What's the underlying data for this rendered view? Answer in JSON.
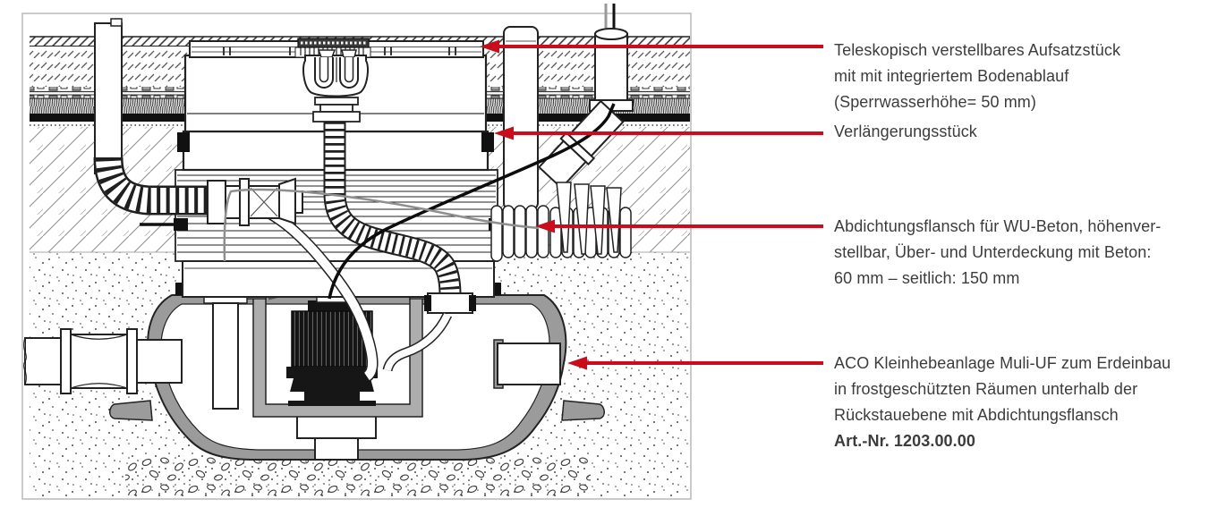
{
  "colors": {
    "accent_red": "#cc0c1a",
    "text": "#3c3c3c",
    "tank_gray": "#9b9b9b",
    "line_dark": "#1a1a1a",
    "frame_border": "#b9b9b9"
  },
  "annotations": [
    {
      "id": "aufsatzstueck",
      "lines": [
        "Teleskopisch verstellbares Aufsatzstück",
        "mit mit integriertem Bodenablauf",
        "(Sperrwasserhöhe= 50 mm)"
      ]
    },
    {
      "id": "verlaengerungsstueck",
      "lines": [
        "Verlängerungsstück"
      ]
    },
    {
      "id": "abdichtungsflansch",
      "lines": [
        "Abdichtungsflansch für WU-Beton, höhenver-",
        "stellbar, Über- und Unterdeckung mit Beton:",
        "60 mm – seitlich: 150 mm"
      ]
    },
    {
      "id": "anlage",
      "lines": [
        "ACO Kleinhebeanlage Muli-UF zum Erdeinbau",
        "in frostgeschützten Räumen unterhalb der",
        "Rückstauebene mit Abdichtungsflansch"
      ],
      "art_no": "Art.-Nr. 1203.00.00"
    }
  ]
}
